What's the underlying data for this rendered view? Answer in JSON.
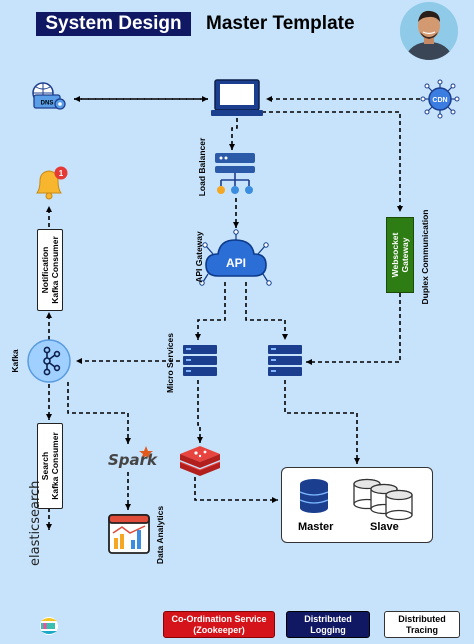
{
  "header": {
    "title": "System Design",
    "subtitle": "Master Template"
  },
  "nodes": {
    "dns": "DNS",
    "cdn": "CDN",
    "load_balancer": "Load Balancer",
    "api_gateway": "API Gateway",
    "api_text": "API",
    "micro_services": "Micro Services",
    "websocket_gateway": [
      "Websocket",
      "Gateway"
    ],
    "duplex_communication": "Duplex Communication",
    "notification_consumer": [
      "Notification",
      "Kafka Consumer"
    ],
    "search_consumer": [
      "Search",
      "Kafka Consumer"
    ],
    "kafka": "Kafka",
    "spark": "Spark",
    "data_analytics": "Data Analytics",
    "elasticsearch": "elasticsearch",
    "master": "Master",
    "slave": "Slave",
    "notification_badge": "1"
  },
  "legend": {
    "coordination": [
      "Co-Ordination Service",
      "(Zookeeper)"
    ],
    "distributed_logging": [
      "Distributed",
      "Logging"
    ],
    "distributed_tracing": [
      "Distributed",
      "Tracing"
    ]
  },
  "colors": {
    "background": "#c7e3fb",
    "title_bg": "#101864",
    "websocket": "#2e7d14",
    "legend_red": "#d4141a",
    "server_blue": "#1b3e8f",
    "redis_red": "#d6292e"
  }
}
